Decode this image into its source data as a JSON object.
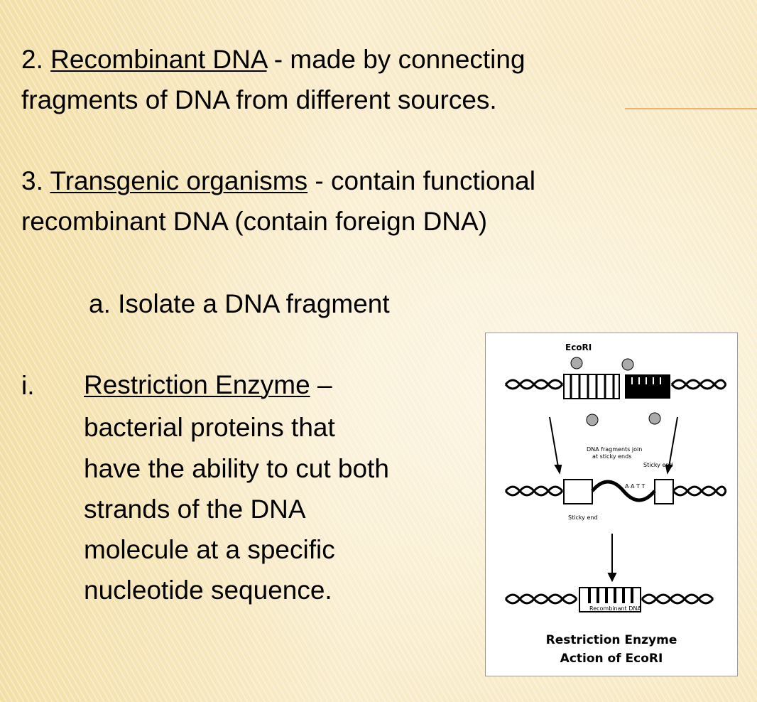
{
  "item2": {
    "num": "2. ",
    "term": "Recombinant DNA",
    "rest": " - made by connecting",
    "line2": "fragments of DNA from different sources."
  },
  "item3": {
    "num": "3. ",
    "term": "Transgenic organisms",
    "rest": " - contain functional",
    "line2": "recombinant DNA (contain foreign DNA)"
  },
  "sub_a": "a. Isolate a DNA fragment",
  "sub_i": {
    "num": "i.",
    "term": "Restriction Enzyme",
    "dash": " –",
    "lines": [
      "bacterial proteins  that",
      "have the ability to cut both",
      "strands of the DNA",
      "molecule at a specific",
      "nucleotide sequence."
    ]
  },
  "figure": {
    "enzyme_label": "EcoRI",
    "join_label_1": "DNA fragments join",
    "join_label_2": "at sticky ends",
    "sticky_end_top": "Sticky end",
    "sticky_end_bottom": "Sticky end",
    "bases": "A A T T",
    "recombinant_label": "Recombinant DNA",
    "caption_1": "Restriction Enzyme",
    "caption_2": "Action of EcoRI"
  }
}
